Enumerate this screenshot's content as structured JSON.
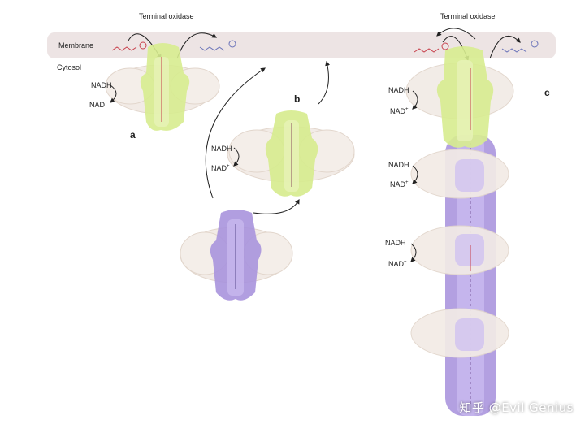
{
  "labels": {
    "terminal_oxidase": "Terminal oxidase",
    "membrane": "Membrane",
    "cytosol": "Cytosol",
    "nadh": "NADH",
    "nad": "NAD",
    "nad_sup": "+"
  },
  "panels": {
    "a": "a",
    "b": "b",
    "c": "c"
  },
  "watermark": "知乎 @Evil Genius",
  "colors": {
    "membrane": "#ede4e4",
    "lime": "#d7ec8f",
    "lime_dark": "#c4dc6c",
    "purple": "#a993dd",
    "purple_dark": "#8f78cf",
    "protein_shell": "#f2ebe6",
    "quinone_red": "#c8404c",
    "quinone_blue": "#6a73b9"
  }
}
